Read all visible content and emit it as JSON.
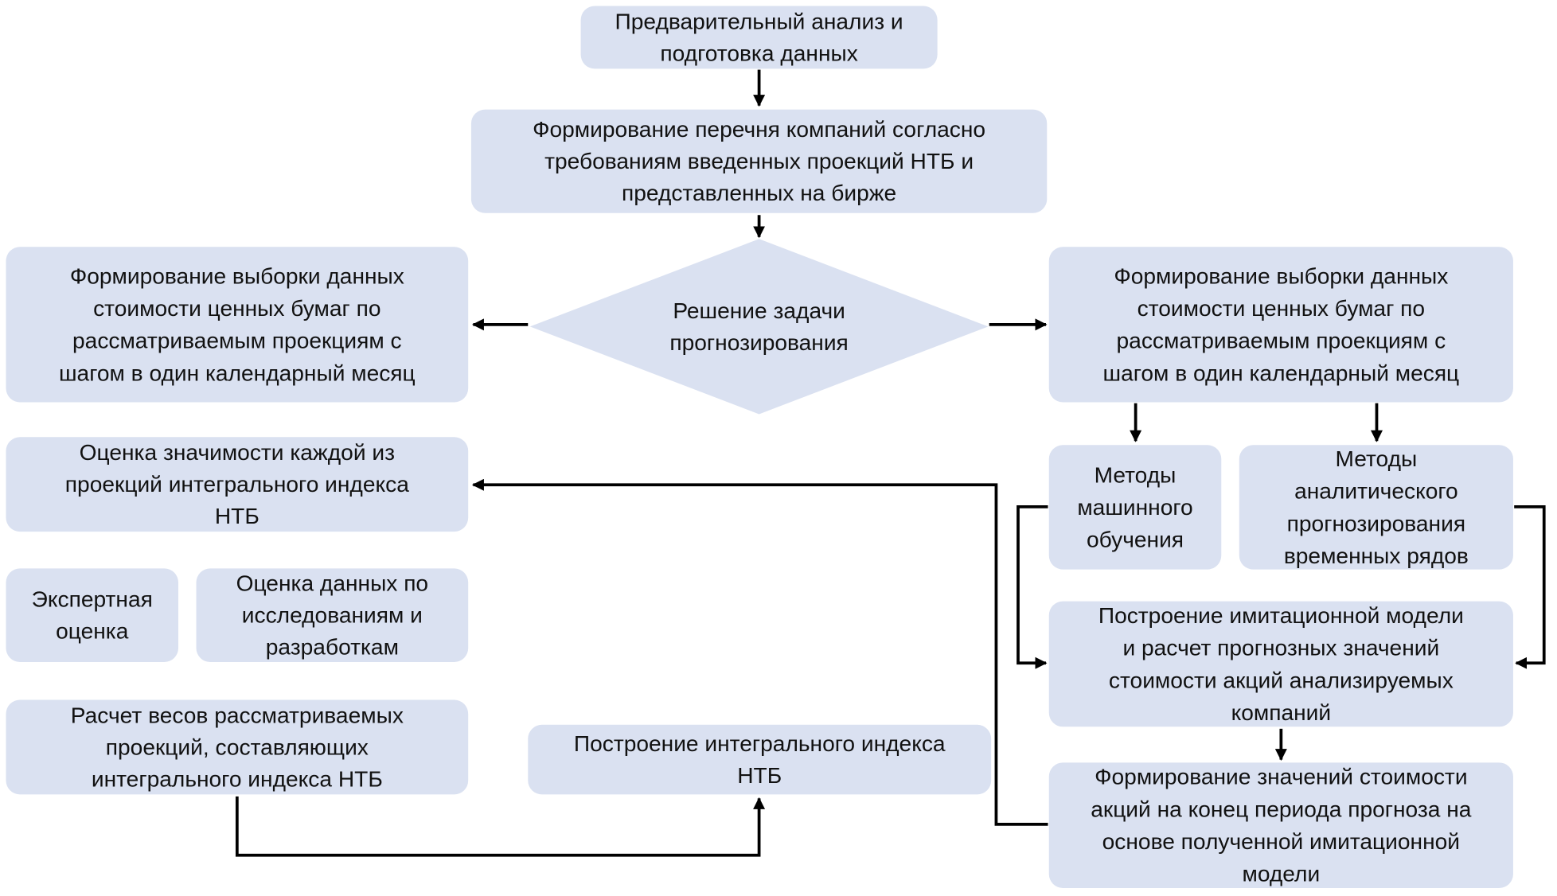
{
  "diagram": {
    "type": "flowchart",
    "colors": {
      "box_fill": "#dae1f1",
      "line": "#000000",
      "text": "#111111",
      "background": "#ffffff"
    },
    "nodes": {
      "prep": {
        "lines": [
          "Предварительный анализ и",
          "подготовка данных"
        ]
      },
      "companies": {
        "lines": [
          "Формирование перечня компаний согласно",
          "требованиям введенных проекций НТБ и",
          "представленных на бирже"
        ]
      },
      "decision": {
        "shape": "diamond",
        "lines": [
          "Решение задачи",
          "прогнозирования"
        ]
      },
      "sample_left": {
        "lines": [
          "Формирование выборки данных",
          "стоимости ценных бумаг по",
          "рассматриваемым проекциям с",
          "шагом в один календарный месяц"
        ]
      },
      "sample_right": {
        "lines": [
          "Формирование выборки данных",
          "стоимости ценных бумаг по",
          "рассматриваемым проекциям с",
          "шагом в один календарный месяц"
        ]
      },
      "significance": {
        "lines": [
          "Оценка значимости каждой из",
          "проекций интегрального индекса",
          "НТБ"
        ]
      },
      "expert": {
        "lines": [
          "Экспертная",
          "оценка"
        ]
      },
      "rnd": {
        "lines": [
          "Оценка данных по",
          "исследованиям и",
          "разработкам"
        ]
      },
      "weights": {
        "lines": [
          "Расчет весов рассматриваемых",
          "проекций, составляющих",
          "интегрального индекса НТБ"
        ]
      },
      "index": {
        "lines": [
          "Построение интегрального индекса",
          "НТБ"
        ]
      },
      "ml": {
        "lines": [
          "Методы",
          "машинного",
          "обучения"
        ]
      },
      "analytic": {
        "lines": [
          "Методы",
          "аналитического",
          "прогнозирования",
          "временных рядов"
        ]
      },
      "simulation": {
        "lines": [
          "Построение имитационной модели",
          "и расчет прогнозных значений",
          "стоимости акций анализируемых",
          "компаний"
        ]
      },
      "final_values": {
        "lines": [
          "Формирование значений стоимости",
          "акций на конец периода прогноза на",
          "основе полученной имитационной",
          "модели"
        ]
      }
    },
    "edges": [
      {
        "from": "prep",
        "to": "companies"
      },
      {
        "from": "companies",
        "to": "decision"
      },
      {
        "from": "decision",
        "to": "sample_left"
      },
      {
        "from": "decision",
        "to": "sample_right"
      },
      {
        "from": "sample_right",
        "to": "ml"
      },
      {
        "from": "sample_right",
        "to": "analytic"
      },
      {
        "from": "ml",
        "to": "simulation"
      },
      {
        "from": "analytic",
        "to": "simulation"
      },
      {
        "from": "simulation",
        "to": "final_values"
      },
      {
        "from": "final_values",
        "to": "significance"
      },
      {
        "from": "weights",
        "to": "index"
      }
    ]
  }
}
